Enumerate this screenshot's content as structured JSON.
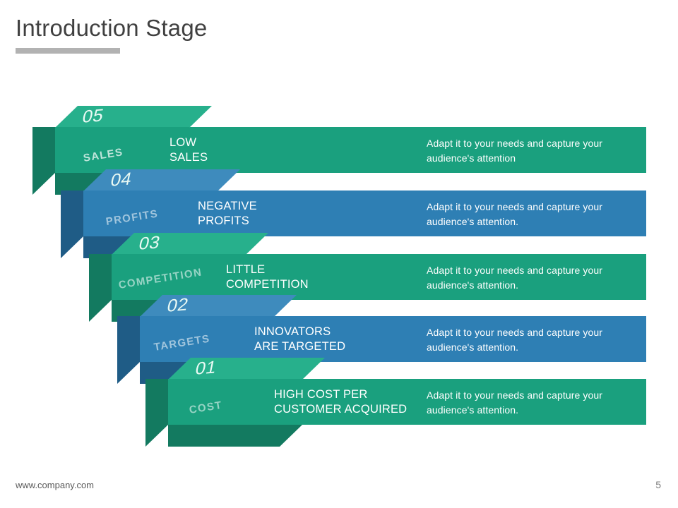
{
  "slide": {
    "title": "Introduction Stage",
    "accent_gray": "#b2b2b2",
    "teal": "#1aa07e",
    "teal_top": "#27b08c",
    "teal_left": "#137a60",
    "blue": "#2e7fb4",
    "blue_top": "#3e8bbd",
    "blue_left": "#1f5c86"
  },
  "footer": {
    "url": "www.company.com",
    "page_number": "5"
  },
  "rows": [
    {
      "number": "05",
      "category": "SALES",
      "headline": "LOW\nSALES",
      "description": "Adapt it to your needs and capture your audience's attention",
      "color": "teal"
    },
    {
      "number": "04",
      "category": "PROFITS",
      "headline": "NEGATIVE\nPROFITS",
      "description": "Adapt it to your needs and capture your audience's attention.",
      "color": "blue"
    },
    {
      "number": "03",
      "category": "COMPETITION",
      "headline": "LITTLE\nCOMPETITION",
      "description": "Adapt it to your needs and capture your audience's attention.",
      "color": "teal"
    },
    {
      "number": "02",
      "category": "TARGETS",
      "headline": "INNOVATORS\nARE TARGETED",
      "description": "Adapt it to your needs and capture your audience's attention.",
      "color": "blue"
    },
    {
      "number": "01",
      "category": "COST",
      "headline": "HIGH COST PER\nCUSTOMER ACQUIRED",
      "description": "Adapt it to your needs and capture your audience's attention.",
      "color": "teal"
    }
  ]
}
